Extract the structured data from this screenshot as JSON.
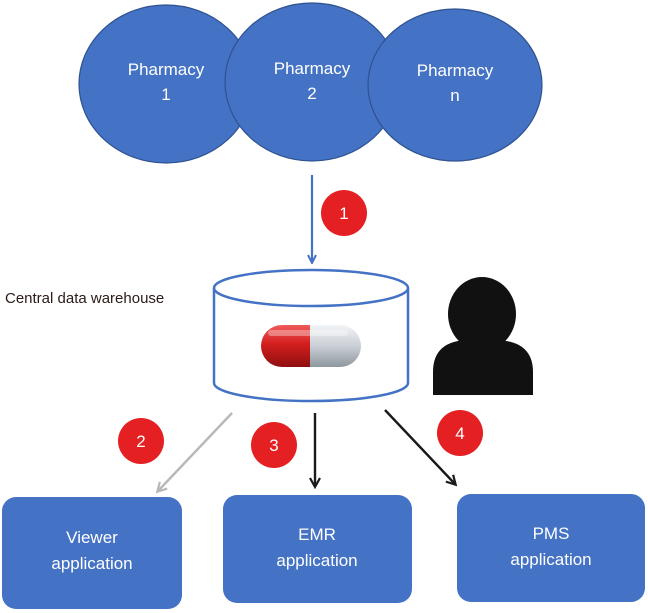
{
  "colors": {
    "node_fill": "#4472c4",
    "node_stroke": "#2f528f",
    "badge": "#e42023",
    "arrow_blue": "#4472c4",
    "arrow_gray": "#b8b8b8",
    "arrow_black": "#1a1a1a",
    "person": "#111111"
  },
  "pharmacies": [
    {
      "line1": "Pharmacy",
      "line2": "1"
    },
    {
      "line1": "Pharmacy",
      "line2": "2"
    },
    {
      "line1": "Pharmacy",
      "line2": "n"
    }
  ],
  "warehouse": {
    "label": "Central data warehouse",
    "icon": "capsule-icon"
  },
  "user_icon": "person-icon",
  "badges": [
    "1",
    "2",
    "3",
    "4"
  ],
  "applications": [
    {
      "line1": "Viewer",
      "line2": "application"
    },
    {
      "line1": "EMR",
      "line2": "application"
    },
    {
      "line1": "PMS",
      "line2": "application"
    }
  ]
}
